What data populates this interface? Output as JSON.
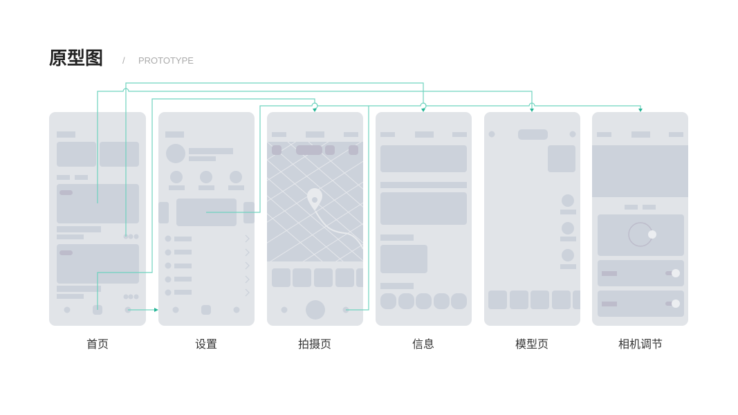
{
  "header": {
    "title": "原型图",
    "separator": "/",
    "subtitle": "PROTOTYPE"
  },
  "screens": [
    {
      "label": "首页"
    },
    {
      "label": "设置"
    },
    {
      "label": "拍摄页"
    },
    {
      "label": "信息"
    },
    {
      "label": "模型页"
    },
    {
      "label": "相机调节"
    }
  ],
  "colors": {
    "connector": "#6ed3bf",
    "screen_bg": "#e1e4e8",
    "block": "#ccd2db",
    "accent_block": "#bdbccb"
  },
  "connections": [
    {
      "from": "首页",
      "to": "模型页"
    },
    {
      "from": "首页",
      "to": "信息"
    },
    {
      "from": "首页",
      "to": "拍摄页"
    },
    {
      "from": "首页",
      "to": "设置"
    },
    {
      "from": "设置",
      "to": "相机调节"
    },
    {
      "from": "拍摄页",
      "to": "相机调节"
    }
  ]
}
